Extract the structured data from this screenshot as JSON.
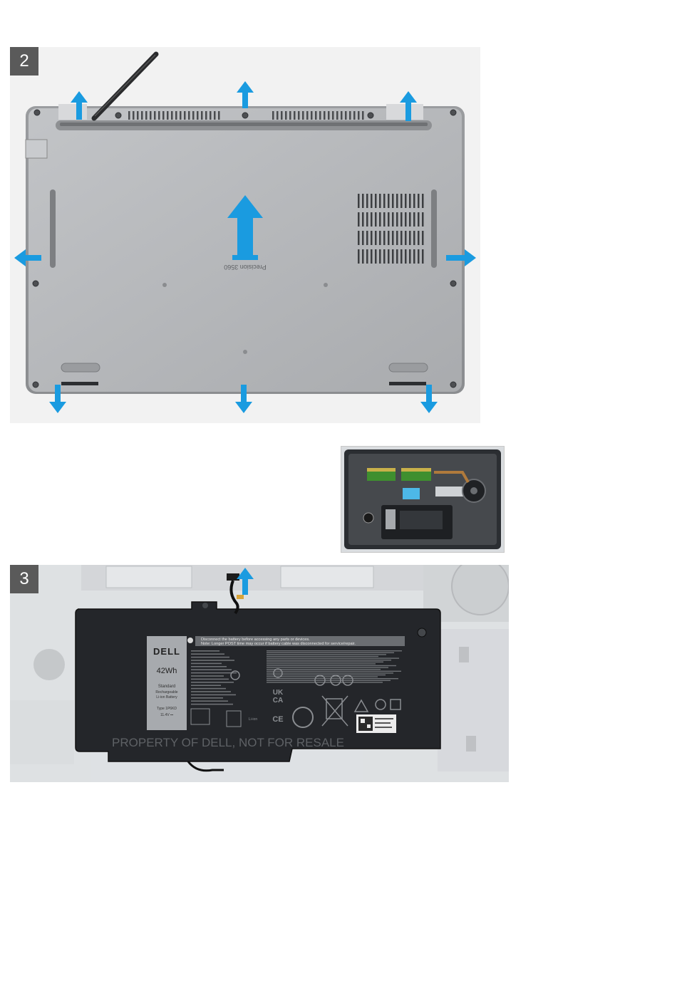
{
  "step2": {
    "step_number": "2",
    "engraving": "Precision 3560"
  },
  "step3": {
    "step_number": "3",
    "battery": {
      "brand": "DELL",
      "capacity": "42Wh",
      "type_line1": "Standard",
      "type_line2": "Rechargeable",
      "type_line3": "Li-ion Battery",
      "model": "Type 1P6KD",
      "voltage": "11.4V ⎓",
      "warning_line1": "Disconnect the battery before accessing any parts or devices.",
      "warning_line2": "Note: Longer POST time may occur if battery cable was disconnected for service/repair.",
      "property_text": "PROPERTY OF DELL, NOT FOR RESALE",
      "mark_uk": "UK",
      "mark_ca": "CA",
      "mark_ce": "CE",
      "mark_liion": "Li-ion"
    }
  },
  "colors": {
    "arrow": "#1a9be0",
    "badge": "#5a5a5a",
    "chassis": "#b5b7ba",
    "battery": "#232528"
  },
  "icons": [
    "up-arrow-icon",
    "down-arrow-icon",
    "left-arrow-icon",
    "right-arrow-icon",
    "scribe-tool-icon"
  ]
}
